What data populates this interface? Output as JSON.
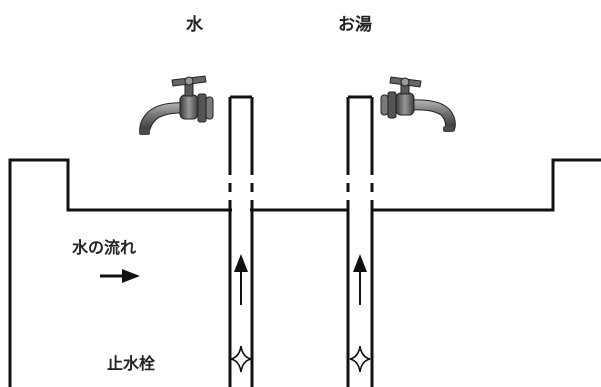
{
  "labels": {
    "water": "水",
    "hot_water": "お湯",
    "water_flow": "水の流れ",
    "stop_valve": "止水栓"
  },
  "icons": {
    "tap": "faucet-icon",
    "flow_arrow": "right-arrow-icon",
    "pipe_arrow": "up-arrow-icon",
    "valve": "four-point-star-icon"
  },
  "colors": {
    "line": "#111111",
    "faucet_dark": "#3a3a3a",
    "faucet_mid": "#6e6e6e",
    "faucet_light": "#b5b5b5"
  }
}
